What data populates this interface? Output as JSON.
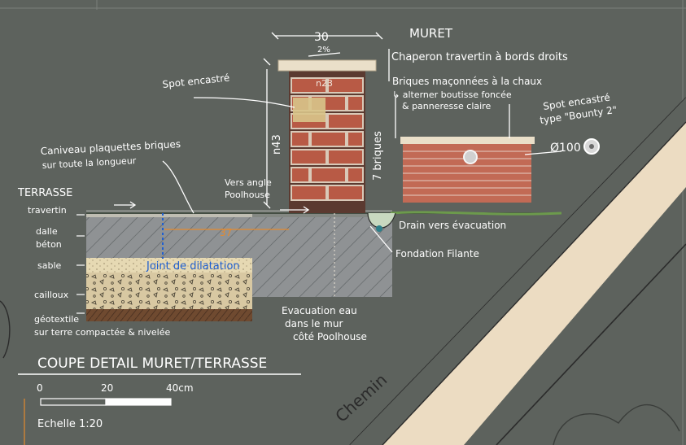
{
  "title": "COUPE DETAIL MURET/TERRASSE",
  "scale": {
    "label": "Echelle 1:20",
    "ticks": [
      "0",
      "20",
      "40cm"
    ]
  },
  "terrasse": {
    "heading": "TERRASSE",
    "layers": [
      "travertin",
      "dalle béton",
      "sable",
      "cailloux",
      "géotextile sur terre compactée & nivelée"
    ]
  },
  "muret": {
    "heading": "MURET",
    "dim_width": "30",
    "slope": "2%",
    "brick_count": "n23",
    "dim_height": "n43",
    "side_label": "7 briques",
    "chaperon": "Chaperon travertin à bords droits"
  },
  "annotations": {
    "spot_encastre": "Spot encastré",
    "caniveau": "Caniveau plaquettes briques sur toute la longueur",
    "vers_angle": "Vers angle Poolhouse",
    "dim_37": "37",
    "joint": "Joint de dilatation",
    "briques_maconnees": "Briques maçonnées à la chaux",
    "alterner": "↳ alterner boutisse foncée & panneresse claire",
    "spot_type": "Spot encastré type \"Bounty 2\"",
    "diametre": "Ø100",
    "drain": "Drain vers évacuation",
    "fondation": "Fondation Filante",
    "evacuation": "Evacuation eau dans le mur côté Poolhouse",
    "chemin": "Chemin"
  },
  "colors": {
    "board": "#5d625d",
    "brick": "#b85a45",
    "mortar": "#d9c9b8",
    "concrete": "#8f9294",
    "sand": "#e6d9b3",
    "gravel": "#d8c8a2",
    "path": "#ecdcc2",
    "joint_blue": "#1f5fd0"
  }
}
